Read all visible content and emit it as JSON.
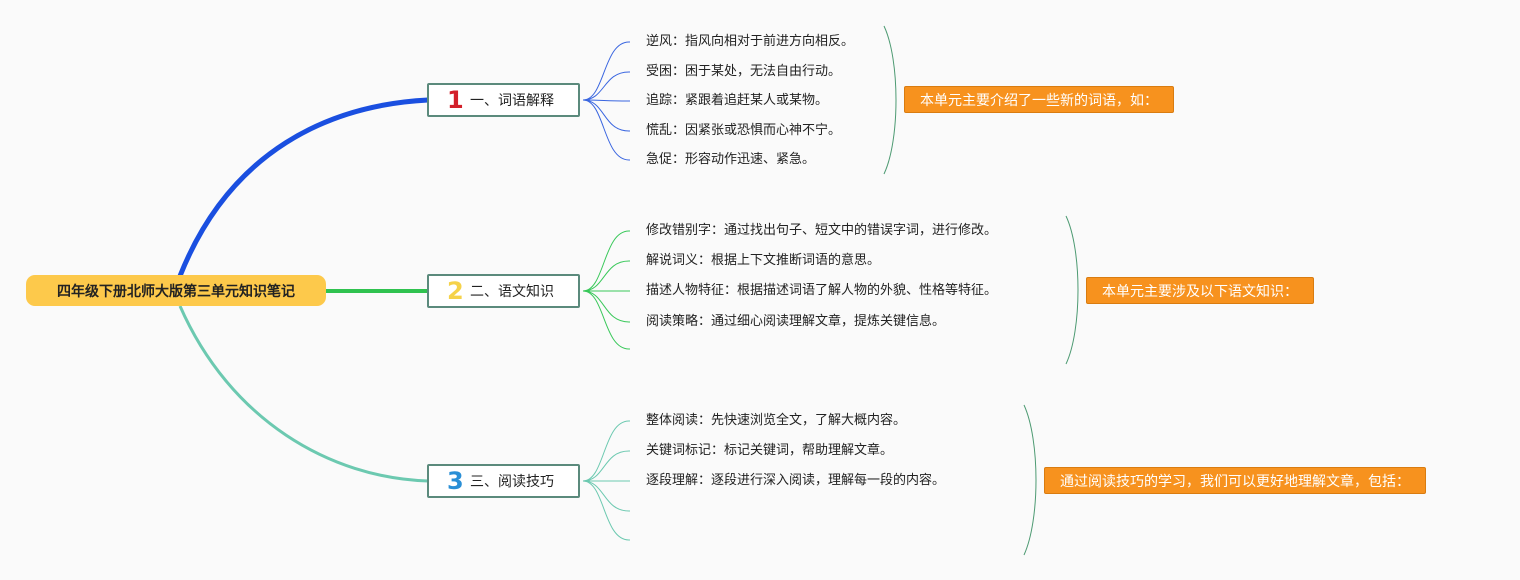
{
  "root": {
    "title": "四年级下册北师大版第三单元知识笔记"
  },
  "topics": [
    {
      "num": "1",
      "num_color": "#d3202a",
      "label": "一、词语解释",
      "branch_color": "#1a4fe0",
      "leaves": [
        "逆风：指风向相对于前进方向相反。",
        "受困：困于某处，无法自由行动。",
        "追踪：紧跟着追赶某人或某物。",
        "慌乱：因紧张或恐惧而心神不宁。",
        "急促：形容动作迅速、紧急。"
      ],
      "summary": "本单元主要介绍了一些新的词语，如："
    },
    {
      "num": "2",
      "num_color": "#f5d24a",
      "label": "二、语文知识",
      "branch_color": "#2fc24f",
      "leaves": [
        "修改错别字：通过找出句子、短文中的错误字词，进行修改。",
        "解说词义：根据上下文推断词语的意思。",
        "描述人物特征：根据描述词语了解人物的外貌、性格等特征。",
        "阅读策略：通过细心阅读理解文章，提炼关键信息。"
      ],
      "summary": "本单元主要涉及以下语文知识："
    },
    {
      "num": "3",
      "num_color": "#2a8fd6",
      "label": "三、阅读技巧",
      "branch_color": "#6cc9b0",
      "leaves": [
        "整体阅读：先快速浏览全文，了解大概内容。",
        "关键词标记：标记关键词，帮助理解文章。",
        "逐段理解：逐段进行深入阅读，理解每一段的内容。"
      ],
      "summary": "通过阅读技巧的学习，我们可以更好地理解文章，包括："
    }
  ]
}
